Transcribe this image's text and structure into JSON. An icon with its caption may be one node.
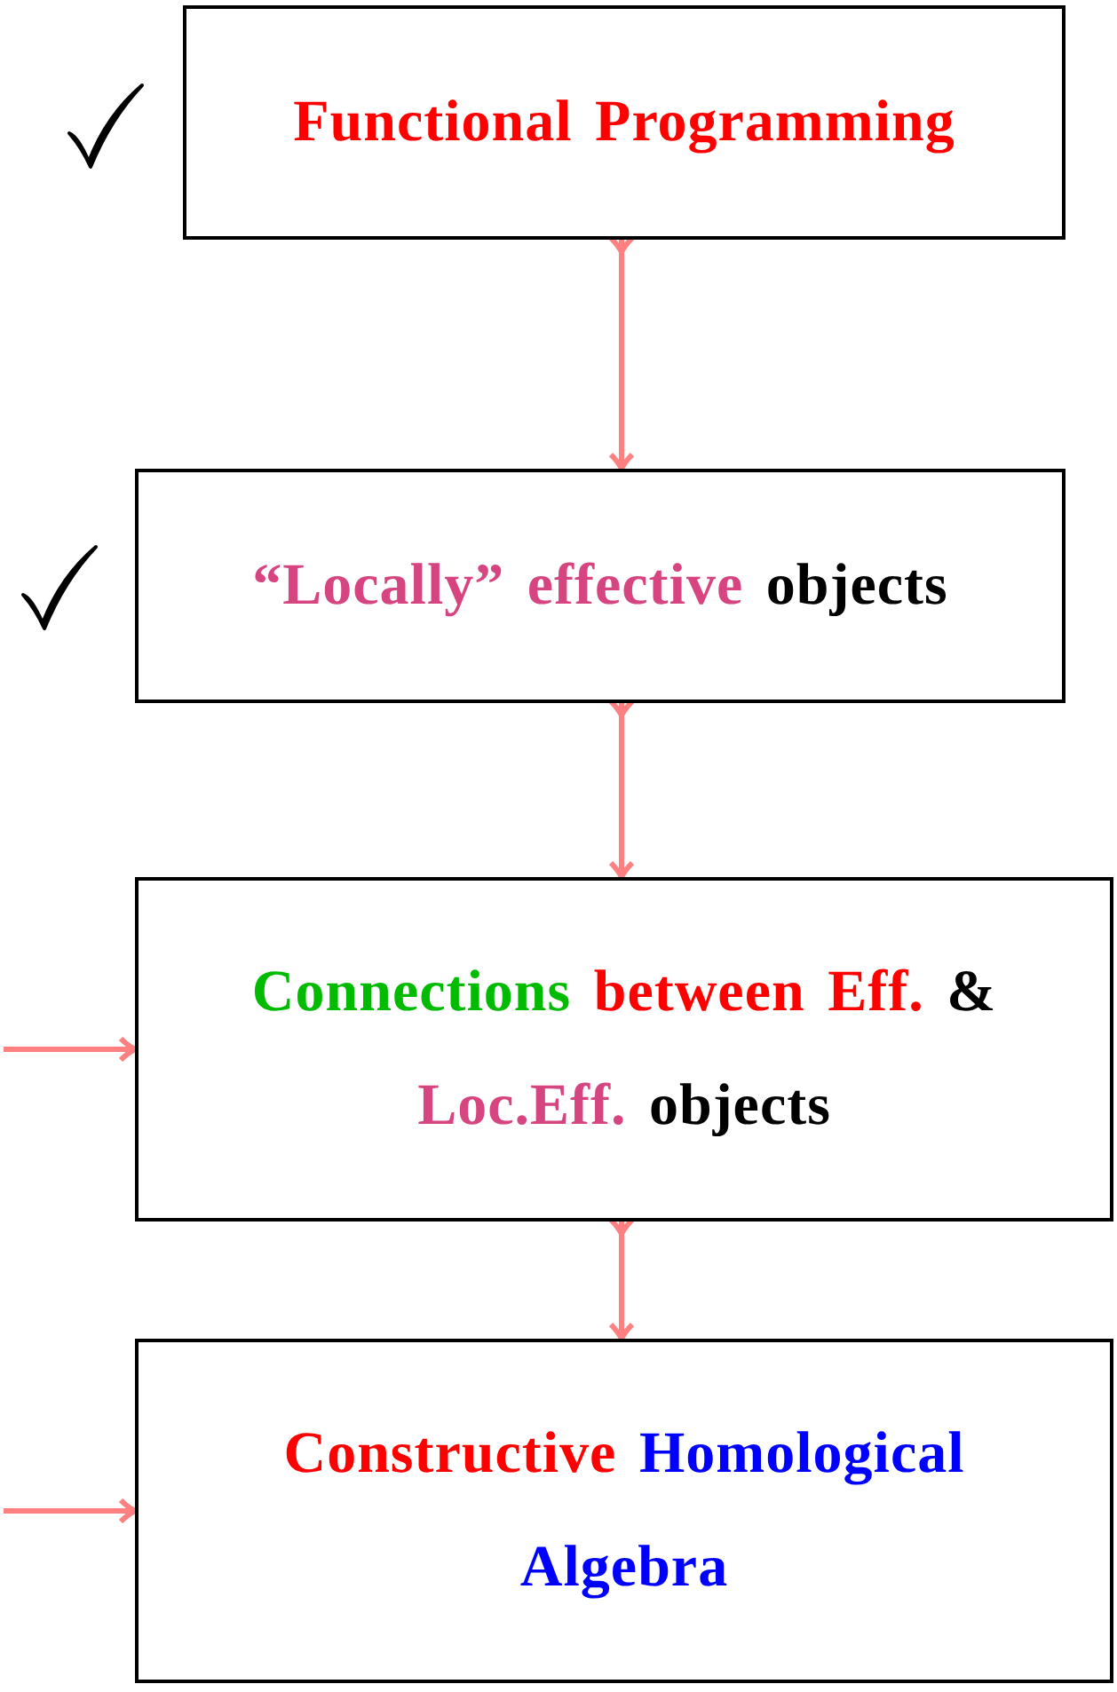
{
  "diagram": {
    "nodes": [
      {
        "text": [
          "Functional Programming"
        ]
      },
      {
        "text": [
          "“Locally” effective objects"
        ]
      },
      {
        "text": [
          "Connections between Eff. & Loc.Eff. objects"
        ]
      },
      {
        "text": [
          "Constructive Homological Algebra"
        ]
      }
    ],
    "edges": [
      {
        "from": 0,
        "to": 1,
        "arrow": "to"
      },
      {
        "from": 1,
        "to": 2,
        "arrow": "to"
      },
      {
        "from": 2,
        "to": 3,
        "arrow": "to"
      },
      {
        "from": null,
        "to": 2,
        "arrow": "to"
      },
      {
        "from": null,
        "to": 3,
        "arrow": "to"
      }
    ]
  }
}
